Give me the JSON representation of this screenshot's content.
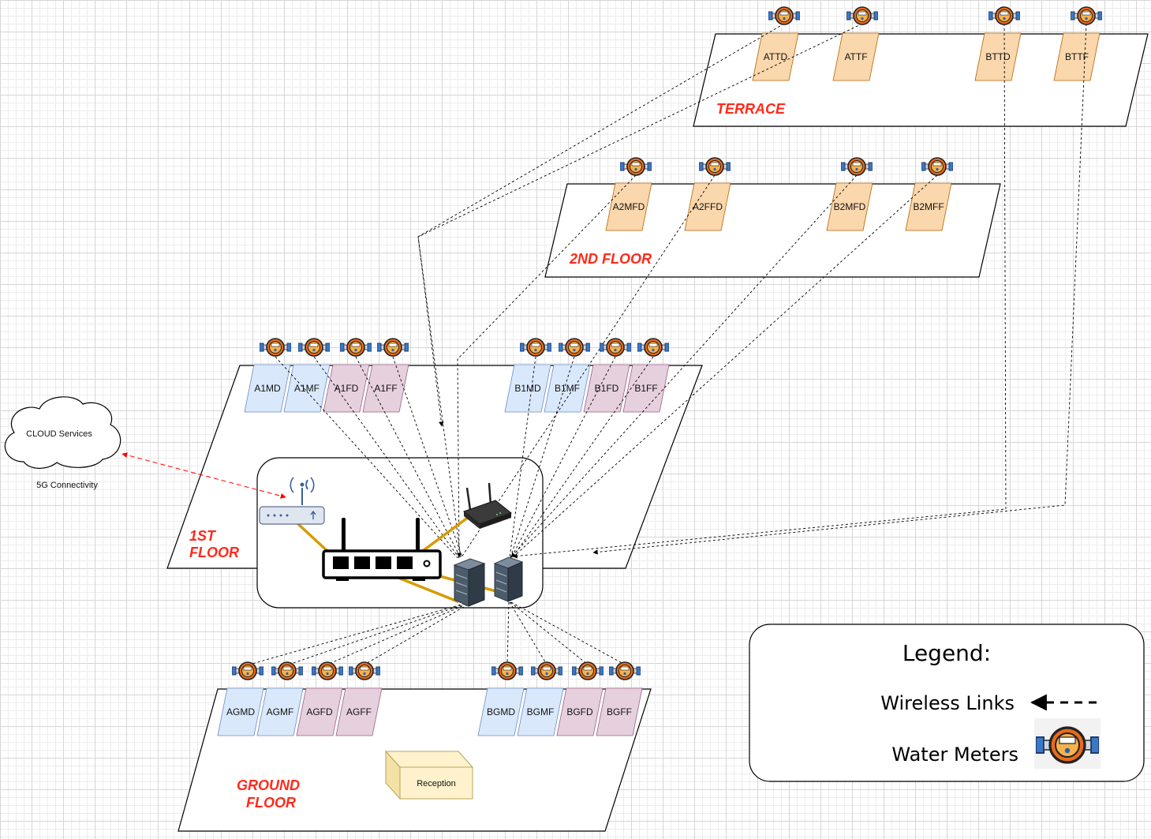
{
  "floors": {
    "terrace": "TERRACE",
    "second": "2ND FLOOR",
    "first_line1": "1ST",
    "first_line2": "FLOOR",
    "ground_line1": "GROUND",
    "ground_line2": "FLOOR"
  },
  "rooms": {
    "terrace": [
      "ATTD",
      "ATTF",
      "BTTD",
      "BTTF"
    ],
    "second": [
      "A2MFD",
      "A2FFD",
      "B2MFD",
      "B2MFF"
    ],
    "first": [
      "A1MD",
      "A1MF",
      "A1FD",
      "A1FF",
      "B1MD",
      "B1MF",
      "B1FD",
      "B1FF"
    ],
    "ground": [
      "AGMD",
      "AGMF",
      "AGFD",
      "AGFF",
      "BGMD",
      "BGMF",
      "BGFD",
      "BGFF"
    ]
  },
  "cloud": {
    "label": "CLOUD Services",
    "link_label": "5G Connectivity"
  },
  "reception": "Reception",
  "legend": {
    "title": "Legend:",
    "wireless": "Wireless Links",
    "meters": "Water Meters"
  },
  "icons": {
    "meter": "water-meter-icon",
    "router": "wifi-router-icon",
    "switch": "network-switch-icon",
    "ap": "wireless-access-point-icon",
    "server": "server-rack-icon",
    "cloud": "cloud-icon",
    "reception": "reception-box-icon"
  },
  "colors": {
    "floor_label": "#ff2a1a",
    "room_orange": "#fad7ac",
    "room_blue": "#dae8fc",
    "room_pink": "#e6d0de",
    "meter_body": "#e86a1c",
    "cable": "#d79b00",
    "cloud_link": "#ff0000"
  }
}
